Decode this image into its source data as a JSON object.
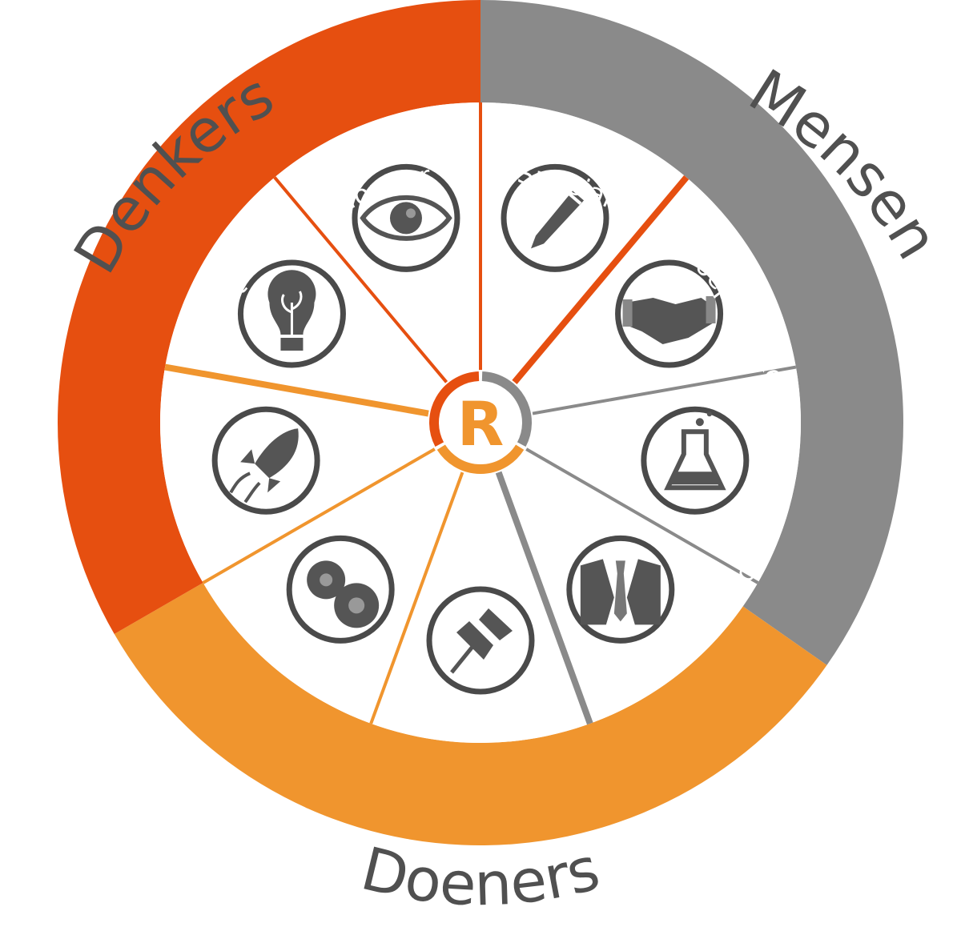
{
  "groups": [
    {
      "id": "denkers",
      "label": "Denkers",
      "color": "#e64f10"
    },
    {
      "id": "mensen",
      "label": "Mensen",
      "color": "#8a8a8a"
    },
    {
      "id": "doeners",
      "label": "Doeners",
      "color": "#f0952e"
    }
  ],
  "roles": [
    {
      "label": "Specialist",
      "group": "denkers",
      "icon": "pencil-icon"
    },
    {
      "label": "Groepswerker",
      "group": "mensen",
      "icon": "handshake-icon"
    },
    {
      "label": "Brononderzoeker",
      "group": "mensen",
      "icon": "flask-icon"
    },
    {
      "label": "Voorzitter",
      "group": "mensen",
      "icon": "suit-tie-icon"
    },
    {
      "label": "Zorgdrager",
      "group": "doeners",
      "icon": "pushpin-icon"
    },
    {
      "label": "Bedrijfsman",
      "group": "doeners",
      "icon": "gears-icon"
    },
    {
      "label": "Vormer",
      "group": "doeners",
      "icon": "rocket-icon"
    },
    {
      "label": "Plant",
      "group": "denkers",
      "icon": "lightbulb-icon"
    },
    {
      "label": "Monitor",
      "group": "denkers",
      "icon": "eye-icon"
    }
  ],
  "center": {
    "letter": "R",
    "icon": "r-logo-icon"
  },
  "colors": {
    "icon_gray": "#555555",
    "icon_stroke": "#4a4a4a",
    "text": "#505050"
  }
}
